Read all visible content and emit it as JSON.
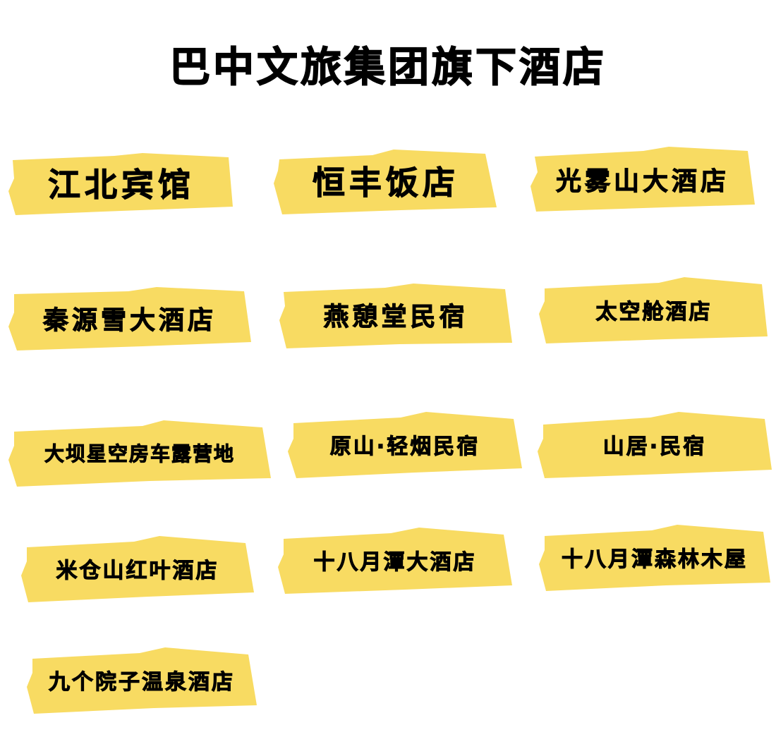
{
  "title": "巴中文旅集团旗下酒店",
  "accent_color": "#F8DB62",
  "hotels": [
    "江北宾馆",
    "恒丰饭店",
    "光雾山大酒店",
    "秦源雪大酒店",
    "燕憩堂民宿",
    "太空舱酒店",
    "大坝星空房车露营地",
    "原山·轻烟民宿",
    "山居·民宿",
    "米仓山红叶酒店",
    "十八月潭大酒店",
    "十八月潭森林木屋",
    "九个院子温泉酒店"
  ]
}
